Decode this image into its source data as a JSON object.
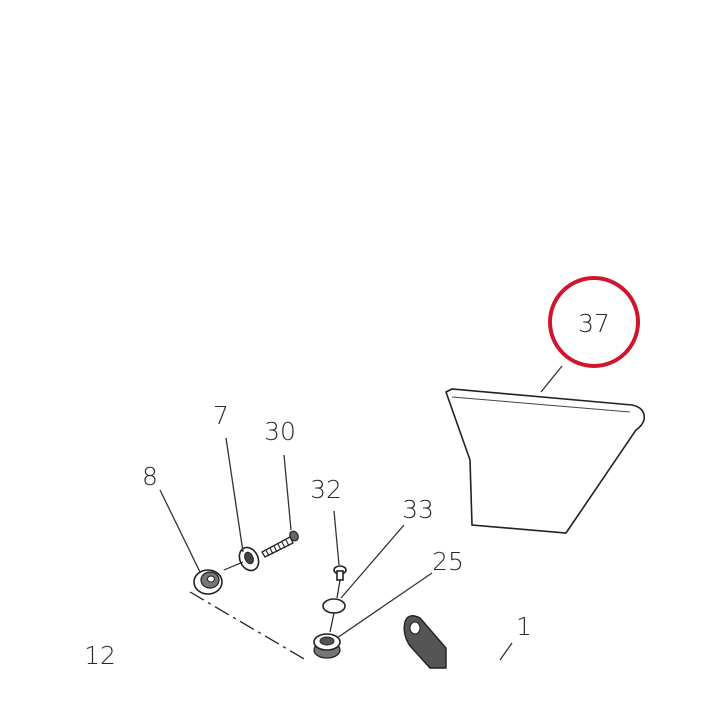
{
  "highlight_color": "#d0152f",
  "callouts": [
    {
      "id": "c37",
      "label": "37"
    },
    {
      "id": "c7",
      "label": "7"
    },
    {
      "id": "c30",
      "label": "30"
    },
    {
      "id": "c8",
      "label": "8"
    },
    {
      "id": "c32",
      "label": "32"
    },
    {
      "id": "c33",
      "label": "33"
    },
    {
      "id": "c25",
      "label": "25"
    },
    {
      "id": "c1",
      "label": "1"
    },
    {
      "id": "c12",
      "label": "12"
    }
  ]
}
